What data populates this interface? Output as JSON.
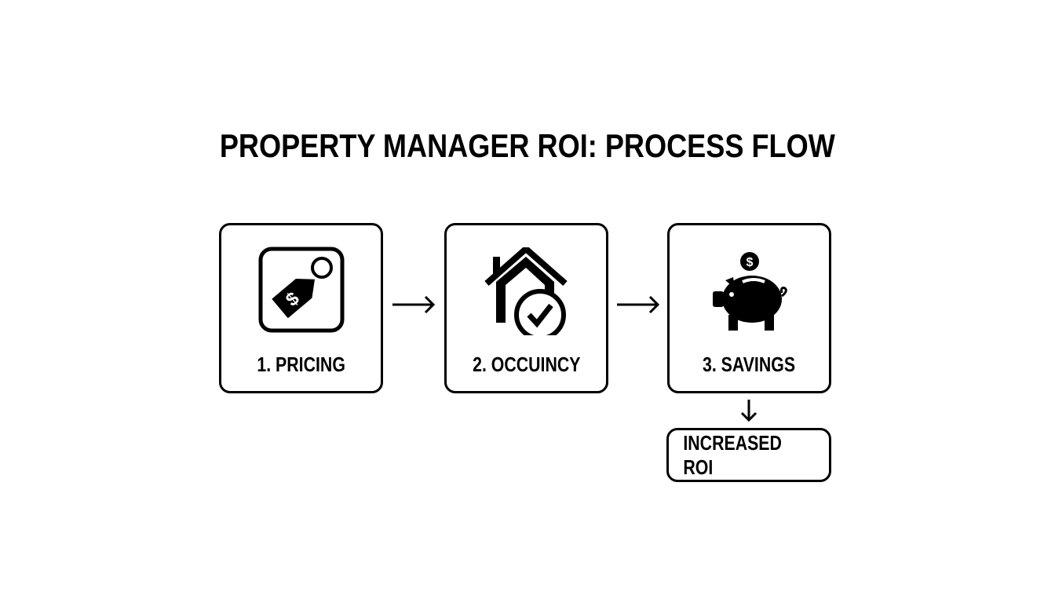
{
  "title": "PROPERTY MANAGER ROI: PROCESS FLOW",
  "steps": [
    {
      "label": "1. PRICING",
      "icon": "price-tag-icon"
    },
    {
      "label": "2. OCCUINCY",
      "icon": "house-check-icon"
    },
    {
      "label": "3. SAVINGS",
      "icon": "piggy-bank-icon"
    }
  ],
  "result": {
    "label": "INCREASED ROI"
  }
}
